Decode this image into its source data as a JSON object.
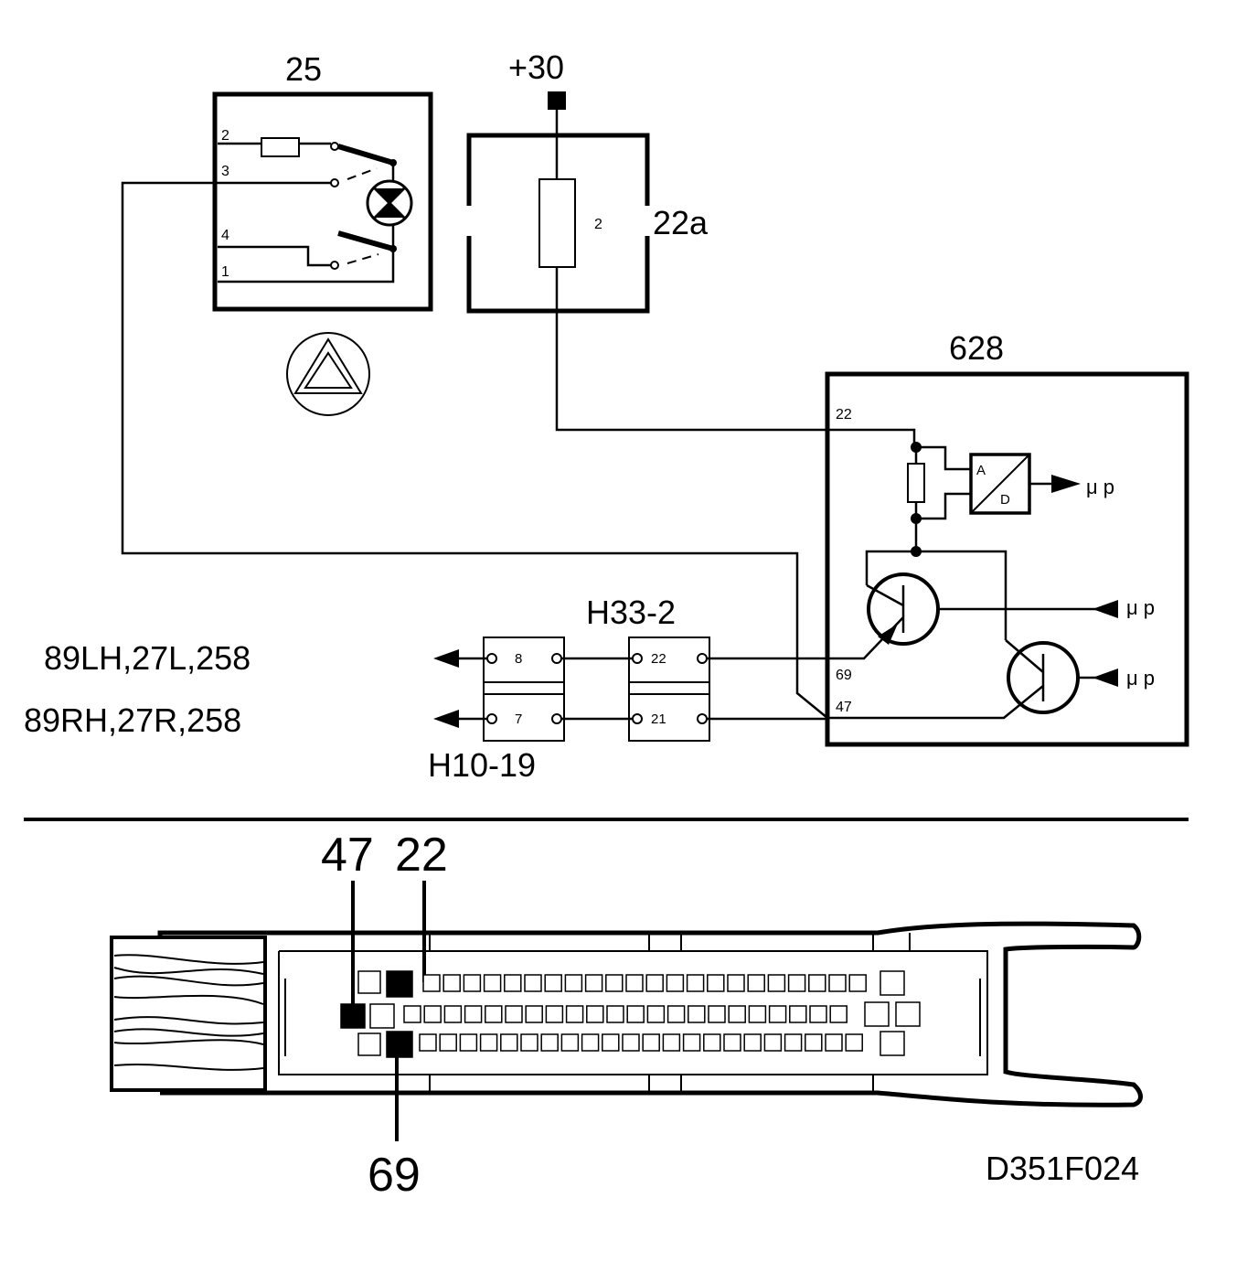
{
  "labels": {
    "switch_id": "25",
    "supply": "+30",
    "fuse_id": "22a",
    "fuse_pin": "2",
    "ecu_id": "628",
    "connector_top": "H33-2",
    "connector_bottom": "H10-19",
    "dest_left": "89LH,27L,258",
    "dest_right": "89RH,27R,258",
    "drawing_code": "D351F024"
  },
  "switch_pins": [
    "2",
    "3",
    "4",
    "1"
  ],
  "ecu_pins": {
    "pin22": "22",
    "pin69": "69",
    "pin47": "47"
  },
  "adc": {
    "a": "A",
    "d": "D"
  },
  "up_label": "μ p",
  "connector_h10": {
    "upper": "8",
    "lower": "7"
  },
  "connector_h33": {
    "upper": "22",
    "lower": "21"
  },
  "plug_callouts": {
    "p47": "47",
    "p22": "22",
    "p69": "69"
  },
  "colors": {
    "ink": "#000000",
    "paper": "#ffffff"
  }
}
